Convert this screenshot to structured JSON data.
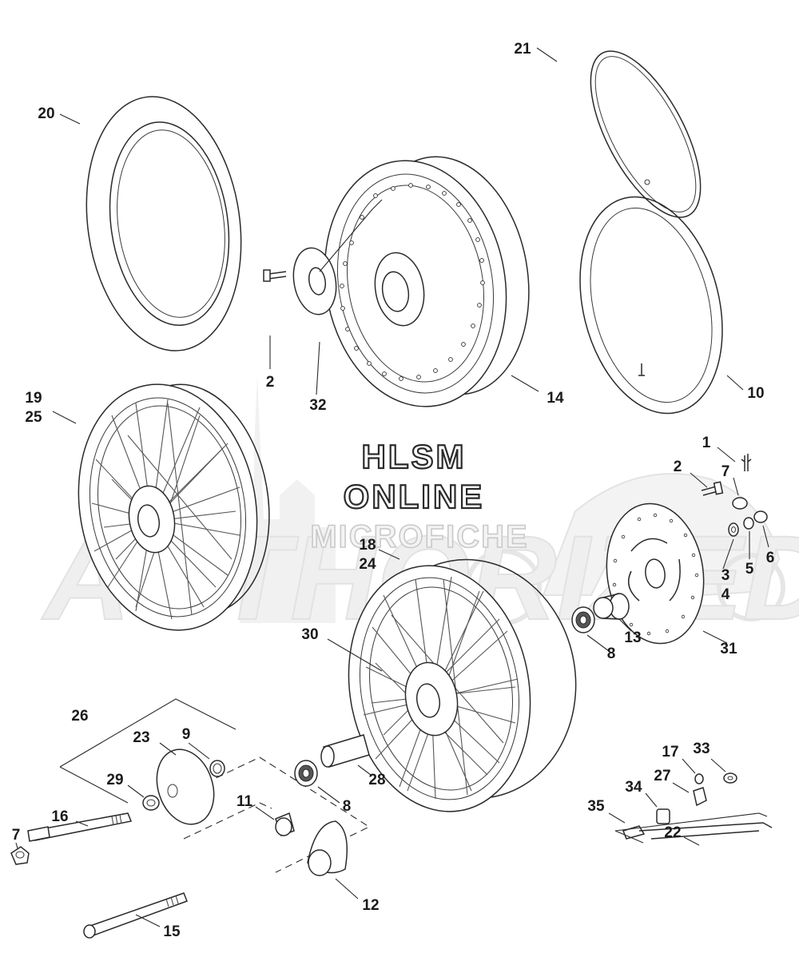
{
  "watermark": {
    "line1": "HLSM",
    "line2": "ONLINE",
    "line3": "MICROFICHE",
    "logo": "AUTHORIZED"
  },
  "callouts": [
    {
      "id": "c20",
      "text": "20"
    },
    {
      "id": "c21",
      "text": "21"
    },
    {
      "id": "c2a",
      "text": "2"
    },
    {
      "id": "c32",
      "text": "32"
    },
    {
      "id": "c14",
      "text": "14"
    },
    {
      "id": "c10",
      "text": "10"
    },
    {
      "id": "c19",
      "text": "19"
    },
    {
      "id": "c25",
      "text": "25"
    },
    {
      "id": "c1",
      "text": "1"
    },
    {
      "id": "c2b",
      "text": "2"
    },
    {
      "id": "c7a",
      "text": "7"
    },
    {
      "id": "c6",
      "text": "6"
    },
    {
      "id": "c5",
      "text": "5"
    },
    {
      "id": "c3",
      "text": "3"
    },
    {
      "id": "c4",
      "text": "4"
    },
    {
      "id": "c18",
      "text": "18"
    },
    {
      "id": "c24",
      "text": "24"
    },
    {
      "id": "c30",
      "text": "30"
    },
    {
      "id": "c13",
      "text": "13"
    },
    {
      "id": "c8a",
      "text": "8"
    },
    {
      "id": "c31",
      "text": "31"
    },
    {
      "id": "c26",
      "text": "26"
    },
    {
      "id": "c23",
      "text": "23"
    },
    {
      "id": "c9",
      "text": "9"
    },
    {
      "id": "c29",
      "text": "29"
    },
    {
      "id": "c16",
      "text": "16"
    },
    {
      "id": "c7b",
      "text": "7"
    },
    {
      "id": "c11",
      "text": "11"
    },
    {
      "id": "c8b",
      "text": "8"
    },
    {
      "id": "c28",
      "text": "28"
    },
    {
      "id": "c12",
      "text": "12"
    },
    {
      "id": "c15",
      "text": "15"
    },
    {
      "id": "c17",
      "text": "17"
    },
    {
      "id": "c33",
      "text": "33"
    },
    {
      "id": "c27",
      "text": "27"
    },
    {
      "id": "c34",
      "text": "34"
    },
    {
      "id": "c35",
      "text": "35"
    },
    {
      "id": "c22",
      "text": "22"
    }
  ]
}
